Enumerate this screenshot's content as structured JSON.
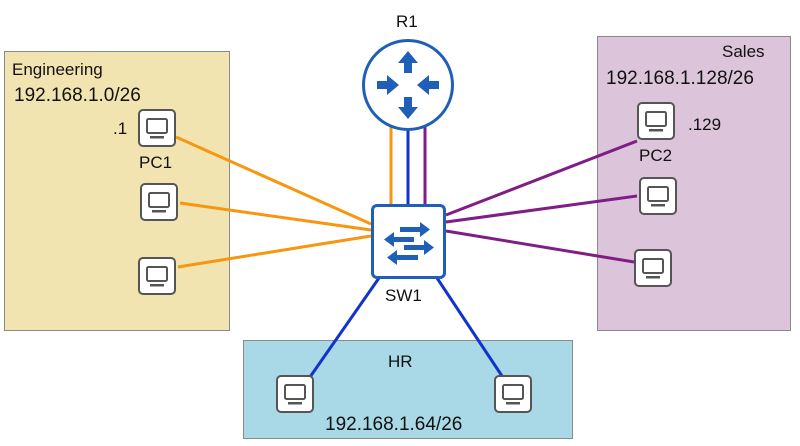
{
  "zones": {
    "engineering": {
      "name": "Engineering",
      "subnet": "192.168.1.0/26",
      "color": "#f2e4b1"
    },
    "sales": {
      "name": "Sales",
      "subnet": "192.168.1.128/26",
      "color": "#dcc4db"
    },
    "hr": {
      "name": "HR",
      "subnet": "192.168.1.64/26",
      "color": "#a9d9e7"
    }
  },
  "devices": {
    "router": {
      "label": "R1",
      "icon": "router-icon"
    },
    "switch": {
      "label": "SW1",
      "icon": "switch-icon"
    },
    "pc1": {
      "label": "PC1",
      "host": ".1",
      "icon": "pc-icon"
    },
    "pc2": {
      "label": "PC2",
      "host": ".129",
      "icon": "pc-icon"
    }
  },
  "link_colors": {
    "engineering": "#f7960f",
    "hr": "#1234c8",
    "sales": "#7f1e86"
  },
  "icon_color": "#1f5fb8"
}
